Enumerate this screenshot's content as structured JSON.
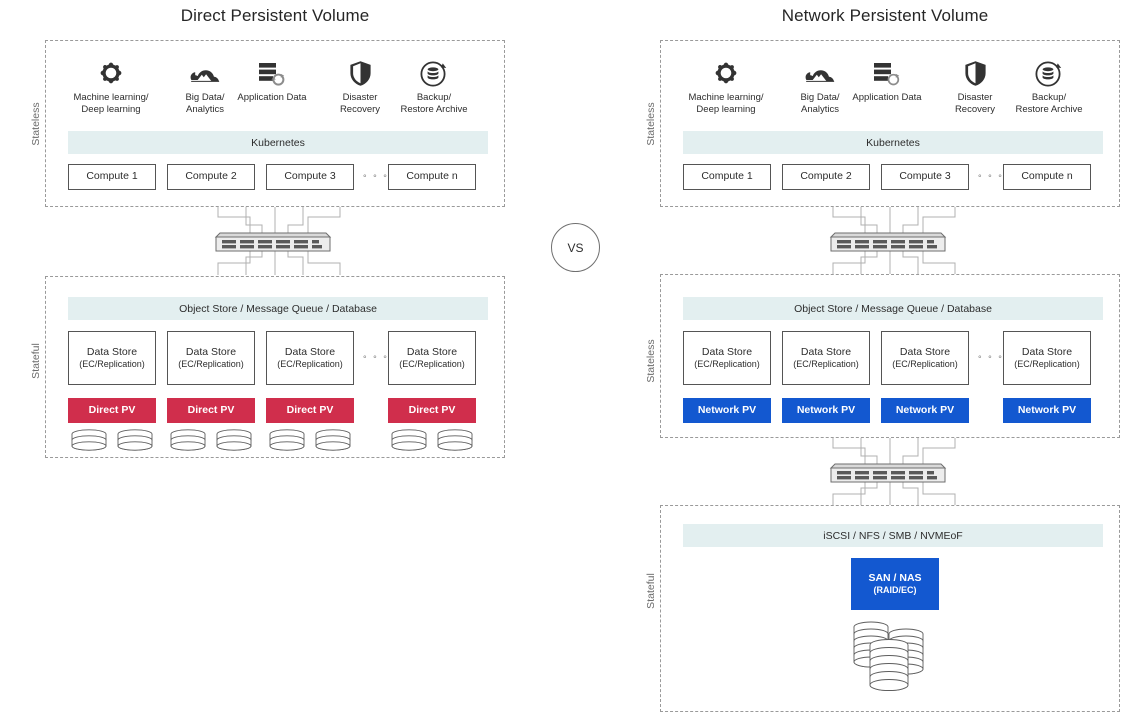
{
  "panels": {
    "left": {
      "title": "Direct Persistent Volume",
      "side_labels": [
        "Stateless",
        "Stateful"
      ],
      "workloads": [
        {
          "icon": "gear-ring-icon",
          "label": "Machine learning/\nDeep learning"
        },
        {
          "icon": "cloud-mountain-icon",
          "label": "Big Data/\nAnalytics"
        },
        {
          "icon": "server-refresh-icon",
          "label": "Application Data"
        },
        {
          "icon": "shield-icon",
          "label": "Disaster\nRecovery"
        },
        {
          "icon": "database-restore-icon",
          "label": "Backup/\nRestore Archive"
        }
      ],
      "orchestrator_bar": "Kubernetes",
      "compute_nodes": [
        "Compute 1",
        "Compute 2",
        "Compute 3",
        "Compute n"
      ],
      "compute_ellipsis": "° ° °",
      "services_bar": "Object Store / Message Queue / Database",
      "data_stores": [
        {
          "name": "Data Store",
          "sub": "(EC/Replication)"
        },
        {
          "name": "Data Store",
          "sub": "(EC/Replication)"
        },
        {
          "name": "Data Store",
          "sub": "(EC/Replication)"
        },
        {
          "name": "Data Store",
          "sub": "(EC/Replication)"
        }
      ],
      "data_store_ellipsis": "° ° °",
      "pv_label": "Direct PV",
      "pv_count": 4,
      "pv_color": "#d02e4c",
      "switch_icon": "network-switch-icon"
    },
    "right": {
      "title": "Network Persistent Volume",
      "side_labels": [
        "Stateless",
        "Stateless",
        "Stateful"
      ],
      "workloads": [
        {
          "icon": "gear-ring-icon",
          "label": "Machine learning/\nDeep learning"
        },
        {
          "icon": "cloud-mountain-icon",
          "label": "Big Data/\nAnalytics"
        },
        {
          "icon": "server-refresh-icon",
          "label": "Application Data"
        },
        {
          "icon": "shield-icon",
          "label": "Disaster\nRecovery"
        },
        {
          "icon": "database-restore-icon",
          "label": "Backup/\nRestore Archive"
        }
      ],
      "orchestrator_bar": "Kubernetes",
      "compute_nodes": [
        "Compute 1",
        "Compute 2",
        "Compute 3",
        "Compute n"
      ],
      "compute_ellipsis": "° ° °",
      "services_bar": "Object Store / Message Queue / Database",
      "data_stores": [
        {
          "name": "Data Store",
          "sub": "(EC/Replication)"
        },
        {
          "name": "Data Store",
          "sub": "(EC/Replication)"
        },
        {
          "name": "Data Store",
          "sub": "(EC/Replication)"
        },
        {
          "name": "Data Store",
          "sub": "(EC/Replication)"
        }
      ],
      "data_store_ellipsis": "° ° °",
      "pv_label": "Network PV",
      "pv_count": 4,
      "pv_color": "#1358d0",
      "protocol_bar": "iSCSI / NFS / SMB / NVMEoF",
      "storage_array": {
        "name": "SAN / NAS",
        "sub": "(RAID/EC)",
        "color": "#1358d0"
      },
      "switch_icon": "network-switch-icon",
      "disk_stack_icon": "disk-stack-icon"
    }
  },
  "comparator": {
    "label": "VS"
  },
  "colors": {
    "bar_teal": "#e3eff0",
    "direct_pv_red": "#d02e4c",
    "network_pv_blue": "#1358d0",
    "panel_border": "#9a9a9a",
    "box_border": "#555555"
  }
}
